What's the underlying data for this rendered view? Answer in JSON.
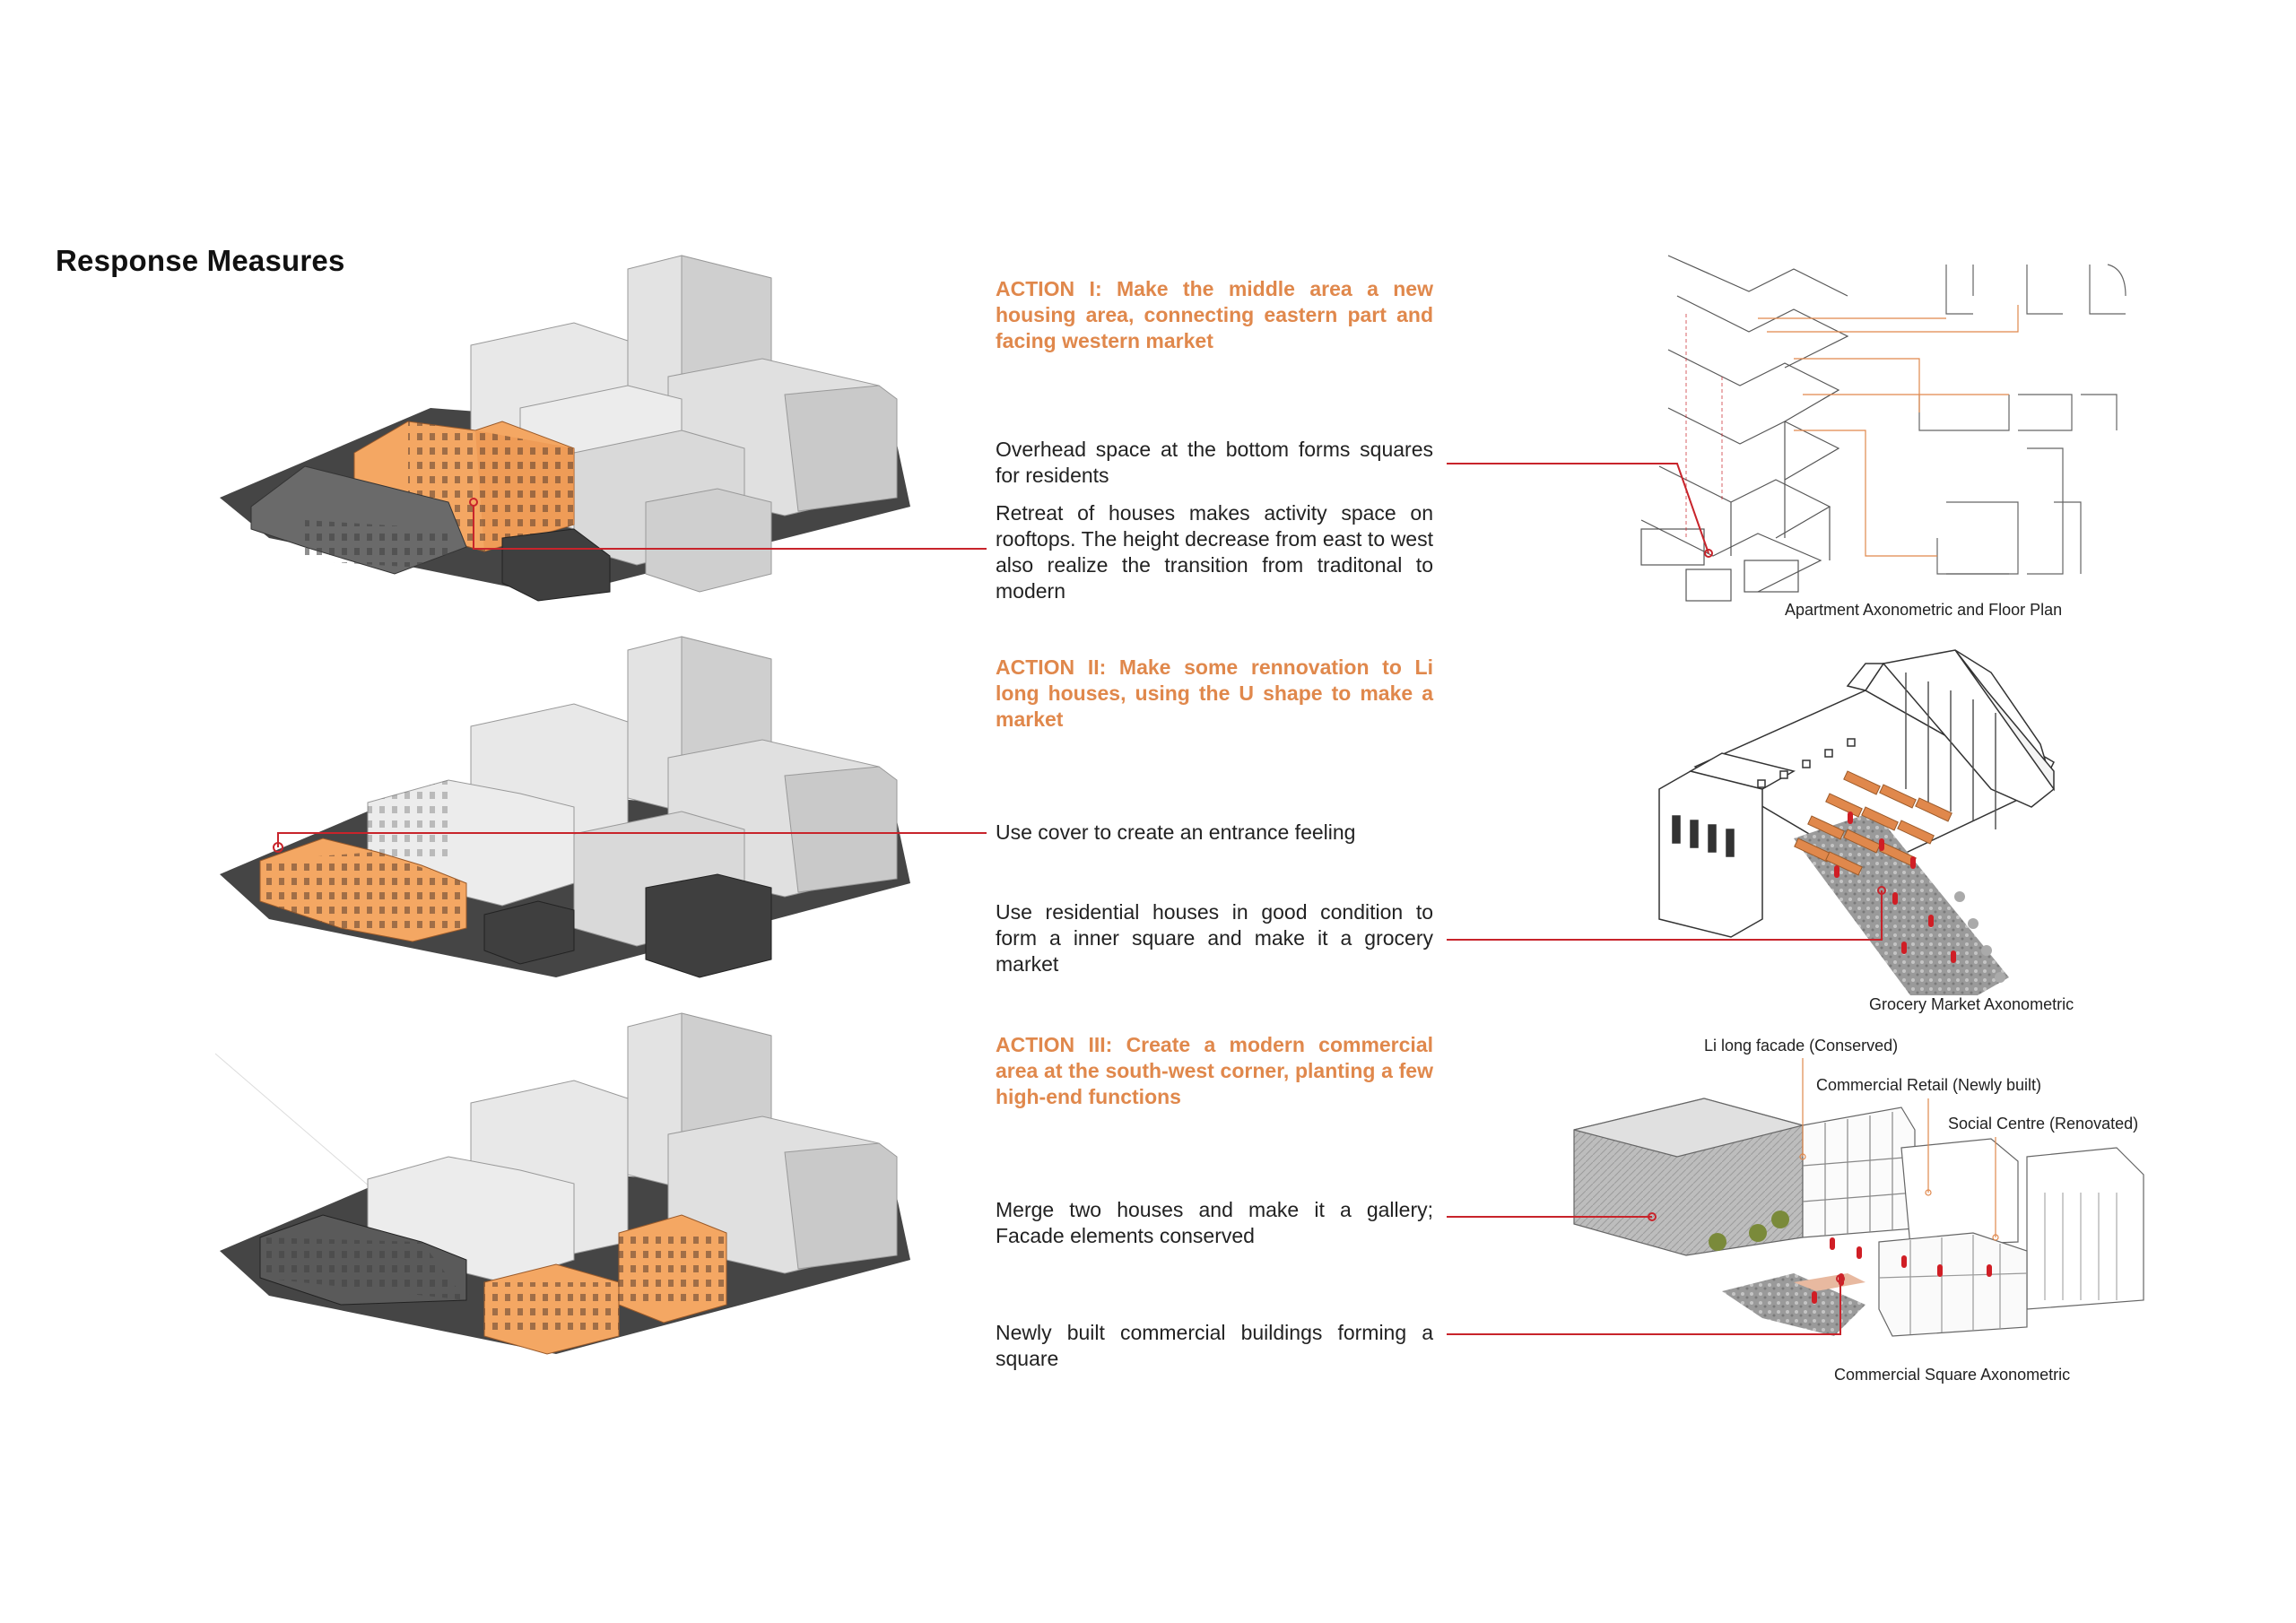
{
  "page": {
    "title": "Response Measures"
  },
  "actions": [
    {
      "heading": "ACTION I: Make the middle area a new housing area, connecting eastern part and facing western market",
      "notes": [
        "Overhead space at the bottom forms squares for residents",
        "Retreat of houses makes activity space on rooftops. The height decrease from east to west also realize the transition from traditonal to modern"
      ],
      "caption": "Apartment Axonometric and Floor Plan"
    },
    {
      "heading": "ACTION II: Make some rennovation to Li long houses, using the U shape to make a market",
      "notes": [
        "Use cover to create an entrance feeling",
        "Use residential houses in good condition to form a inner square and make it a grocery market"
      ],
      "caption": "Grocery Market Axonometric"
    },
    {
      "heading": "ACTION III: Create a modern commercial area at the south-west corner, planting a few high-end functions",
      "notes": [
        "Merge two houses and make it a gallery; Facade elements conserved",
        "Newly built commercial buildings forming a square"
      ],
      "caption": "Commercial Square Axonometric",
      "labels": [
        "Li long facade (Conserved)",
        "Commercial Retail (Newly built)",
        "Social Centre (Renovated)"
      ]
    }
  ],
  "colors": {
    "accent": "#e0884c",
    "leader": "#c8242b",
    "highlight": "#f4a763",
    "ground": "#3a3a3a"
  }
}
